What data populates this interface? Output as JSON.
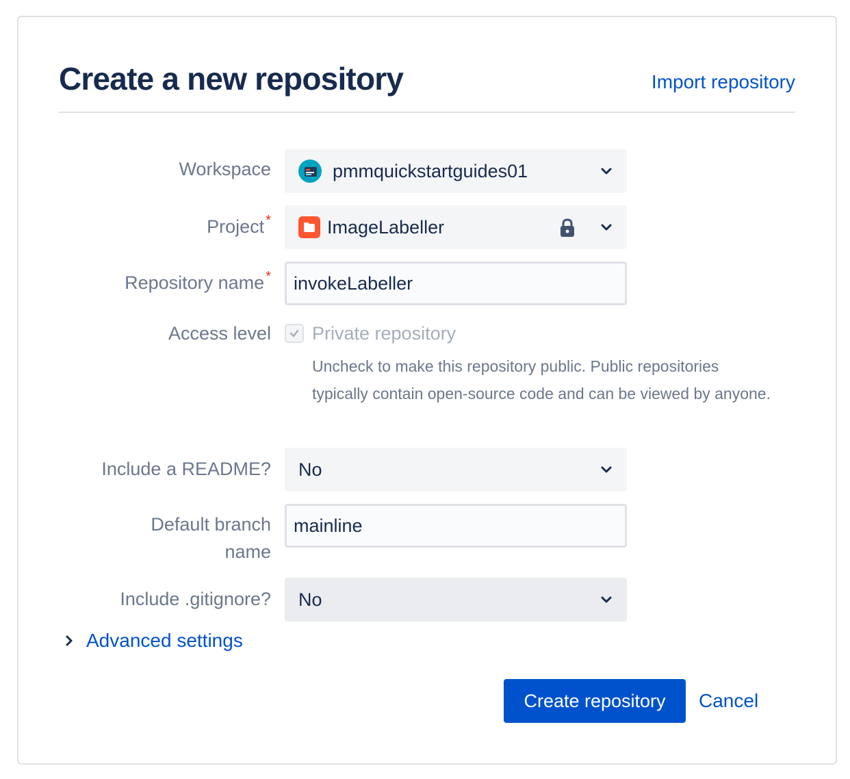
{
  "header": {
    "title": "Create a new repository",
    "import_link": "Import repository"
  },
  "form": {
    "workspace": {
      "label": "Workspace",
      "value": "pmmquickstartguides01",
      "icon": "workspace-avatar-icon"
    },
    "project": {
      "label": "Project",
      "required_mark": "*",
      "value": "ImageLabeller",
      "icon": "folder-icon",
      "locked": true
    },
    "repository_name": {
      "label": "Repository name",
      "required_mark": "*",
      "value": "invokeLabeller"
    },
    "access_level": {
      "label": "Access level",
      "checkbox_label": "Private repository",
      "checked": true,
      "disabled": true,
      "help": "Uncheck to make this repository public. Public repositories typically contain open-source code and can be viewed by anyone."
    },
    "readme": {
      "label": "Include a README?",
      "value": "No"
    },
    "default_branch": {
      "label_line1": "Default branch",
      "label_line2": "name",
      "value": "mainline"
    },
    "gitignore": {
      "label": "Include .gitignore?",
      "value": "No"
    }
  },
  "advanced": {
    "label": "Advanced settings"
  },
  "actions": {
    "create": "Create repository",
    "cancel": "Cancel"
  },
  "colors": {
    "accent": "#0052cc",
    "required": "#de350b",
    "project_avatar": "#ff5630",
    "workspace_avatar": "#00a3bf"
  }
}
